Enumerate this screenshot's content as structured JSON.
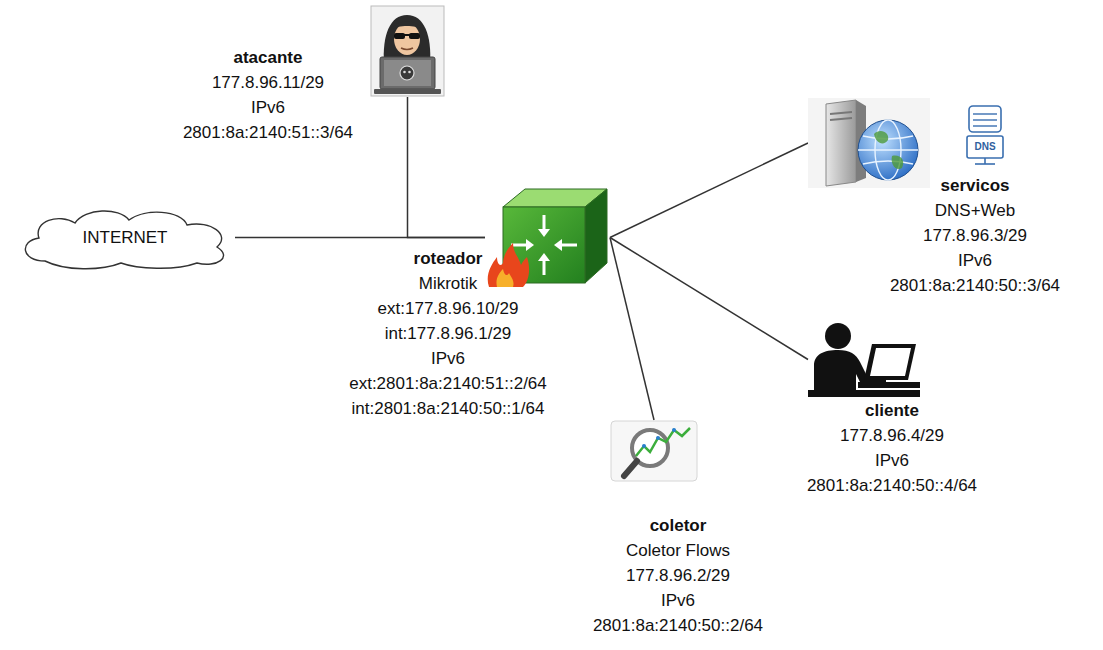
{
  "diagram": {
    "nodes": [
      {
        "text": [
          "atacante",
          "177.8.96.11/29",
          "IPv6",
          "2801:8a:2140:51::3/64"
        ]
      },
      {
        "text": [
          "INTERNET"
        ]
      },
      {
        "text": [
          "roteador",
          "Mikrotik",
          "ext:177.8.96.10/29",
          "int:177.8.96.1/29",
          "IPv6",
          "ext:2801:8a:2140:51::2/64",
          "int:2801:8a:2140:50::1/64"
        ]
      },
      {
        "text": [
          "servicos",
          "DNS+Web",
          "177.8.96.3/29",
          "IPv6",
          "2801:8a:2140:50::3/64"
        ]
      },
      {
        "text": [
          "cliente",
          "177.8.96.4/29",
          "IPv6",
          "2801:8a:2140:50::4/64"
        ]
      },
      {
        "text": [
          "coletor",
          "Coletor Flows",
          "177.8.96.2/29",
          "IPv6",
          "2801:8a:2140:50::2/64"
        ]
      }
    ],
    "edges": [
      {
        "from": 0,
        "to": 2,
        "arrow": "none"
      },
      {
        "from": 1,
        "to": 2,
        "arrow": "none"
      },
      {
        "from": 2,
        "to": 3,
        "arrow": "none"
      },
      {
        "from": 2,
        "to": 4,
        "arrow": "none"
      },
      {
        "from": 2,
        "to": 5,
        "arrow": "none"
      }
    ],
    "labels": [
      "DNS"
    ]
  }
}
